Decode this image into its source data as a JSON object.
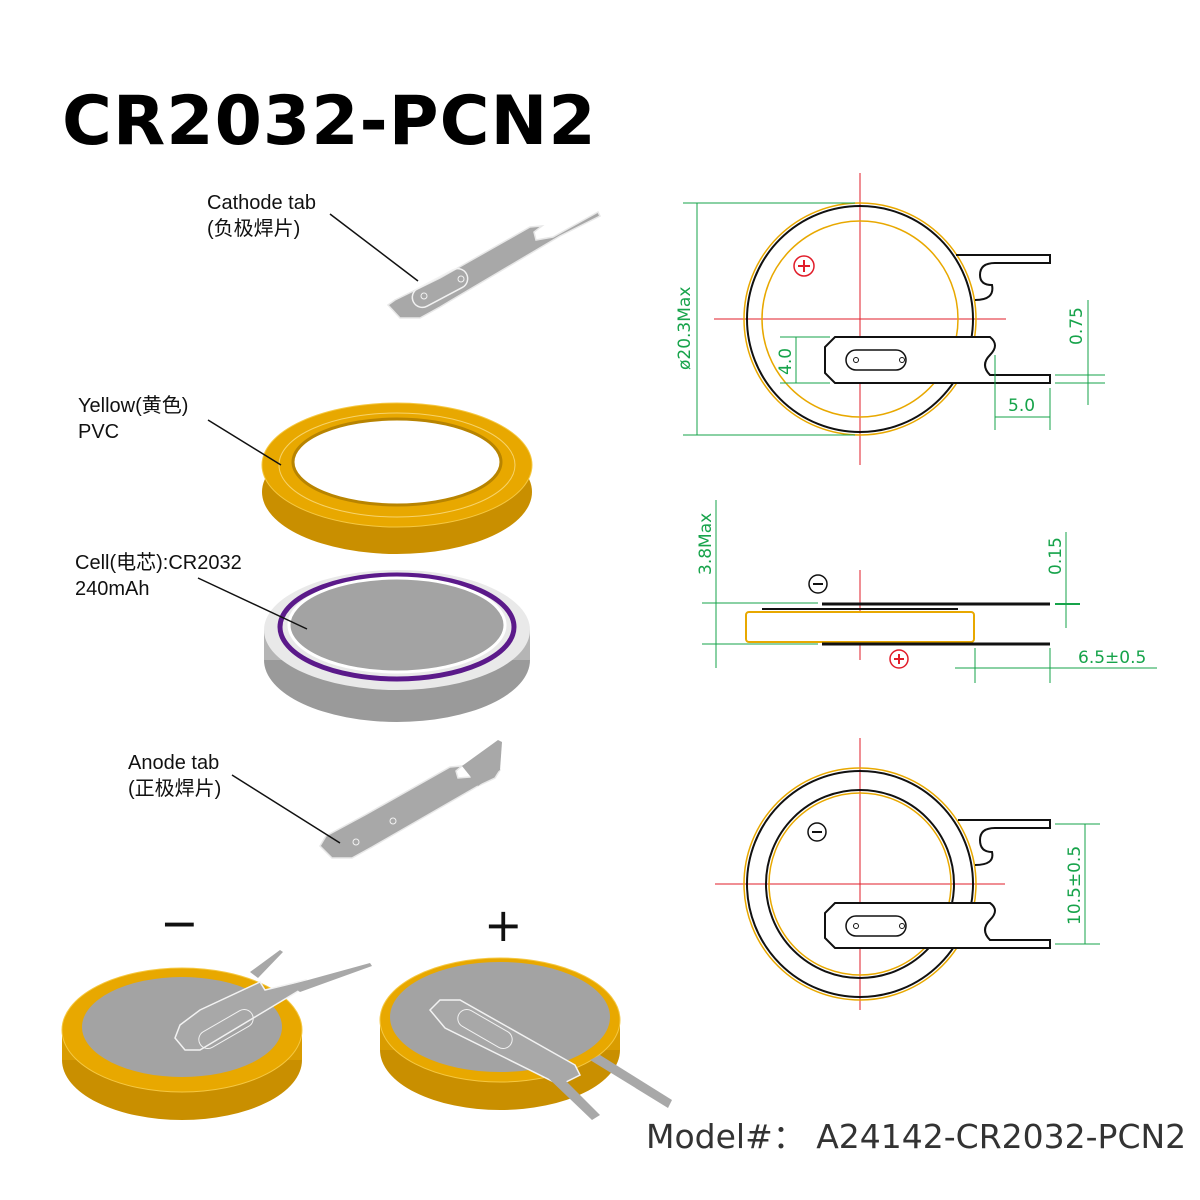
{
  "title": "CR2032-PCN2",
  "labels": {
    "cathode_tab": "Cathode tab",
    "cathode_tab_cn": "(负极焊片)",
    "pvc_ring": "Yellow(黄色)",
    "pvc_ring_material": "PVC",
    "cell": "Cell(电芯):CR2032",
    "cell_capacity": "240mAh",
    "anode_tab": "Anode tab",
    "anode_tab_cn": "(正极焊片)"
  },
  "assembled_views": {
    "negative_sign": "−",
    "positive_sign": "+"
  },
  "dimensions": {
    "top_view": {
      "diameter": "ø20.3Max",
      "tab_width": "4.0",
      "tab_offset": "0.75",
      "tab_length": "5.0",
      "polarity": "⊕"
    },
    "side_view": {
      "height": "3.8Max",
      "tab_thickness": "0.15",
      "lead_length": "6.5±0.5",
      "polarity_top": "⊖",
      "polarity_bottom": "⊕"
    },
    "bottom_view": {
      "pin_spacing": "10.5±0.5",
      "polarity": "⊖"
    }
  },
  "model": "Model#：  A24142-CR2032-PCN2",
  "colors": {
    "pvc_yellow": "#e8a800",
    "dimension_green": "#16a34a",
    "centerline_red": "#e11d2a",
    "cell_gray": "#a3a3a3",
    "seal_purple": "#5b1a8a"
  }
}
